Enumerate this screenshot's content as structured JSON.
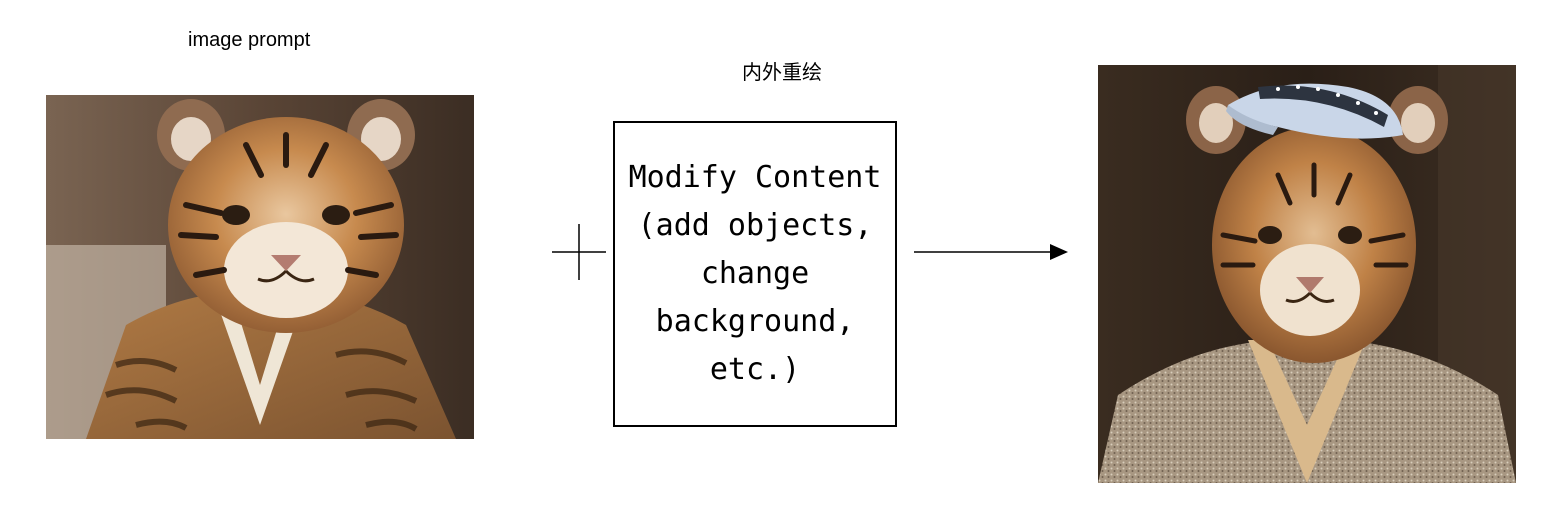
{
  "input_label": "image prompt",
  "operation_label": "内外重绘",
  "box_text": "Modify Content\n(add objects,\nchange\nbackground,\netc.)",
  "colors": {
    "line": "#000000",
    "fur_orange": "#b8773f",
    "robe_stripes": "#9a6a3a",
    "robe_tweed": "#a89782",
    "cap_blue": "#c9d6e8",
    "background_dark": "#2e241b"
  },
  "icons": [
    "plus-icon",
    "right-arrow-icon"
  ]
}
